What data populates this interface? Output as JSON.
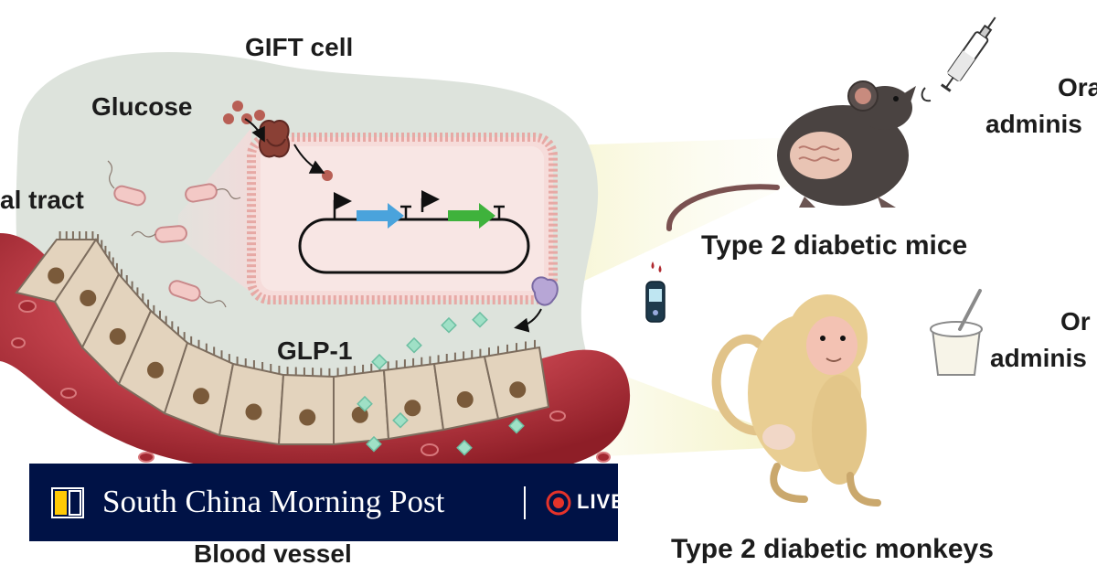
{
  "diagram": {
    "gift_cell_label": "GIFT cell",
    "glucose_label": "Glucose",
    "tract_label": "al tract",
    "glp1_label": "GLP-1",
    "vessel_label": "Blood vessel",
    "mice_label": "Type 2 diabetic mice",
    "monkeys_label": "Type 2 diabetic monkeys",
    "oral_top_1": "Ora",
    "oral_top_2": "adminis",
    "oral_bottom_1": "Or",
    "oral_bottom_2": "adminis"
  },
  "banner": {
    "publication": "South China Morning Post",
    "live_label": "LIVE"
  },
  "colors": {
    "banner_bg": "#001246",
    "live_red": "#e5332a",
    "logo_yellow": "#ffca05",
    "vessel_red": "#b8343a",
    "cell_tan": "#e3d3bd",
    "promoter_blue": "#4aa3dc",
    "gene_green": "#3fb23c"
  }
}
